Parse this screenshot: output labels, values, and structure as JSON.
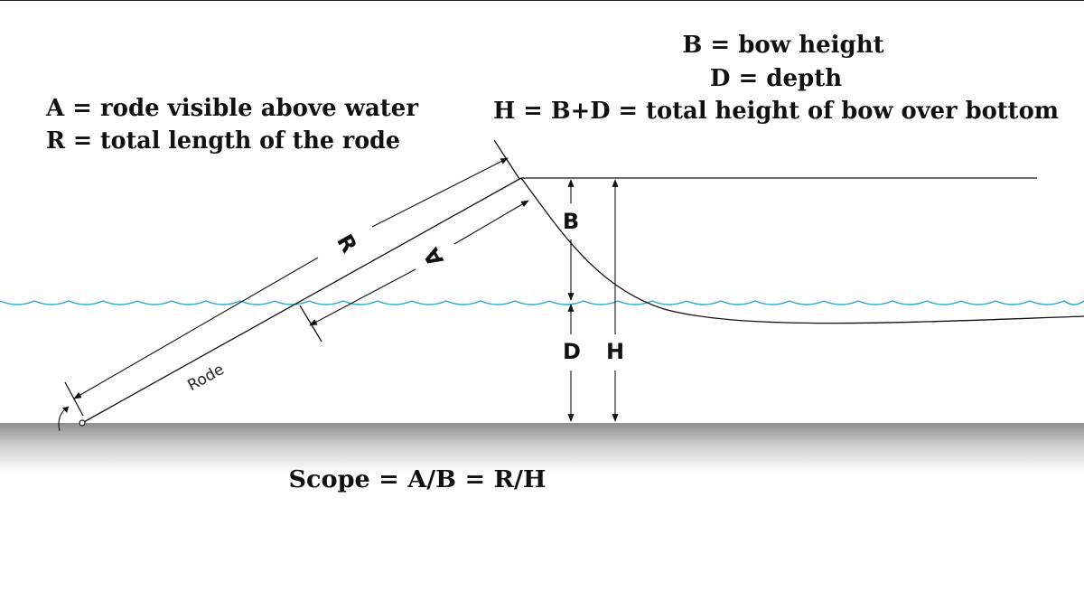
{
  "legend": {
    "bow_height": "B = bow height",
    "depth": "D = depth",
    "total_height": "H = B+D = total height of bow over bottom",
    "rode_visible": "A = rode visible above water",
    "rode_total": "R = total length of the rode"
  },
  "labels": {
    "R": "R",
    "A": "A",
    "B": "B",
    "D": "D",
    "H": "H",
    "rode": "Rode"
  },
  "formula": "Scope = A/B = R/H",
  "colors": {
    "water": "#2aa8c8",
    "ink": "#111111",
    "seabed_top": "#9a9a9a",
    "seabed_fade": "#ffffff"
  }
}
